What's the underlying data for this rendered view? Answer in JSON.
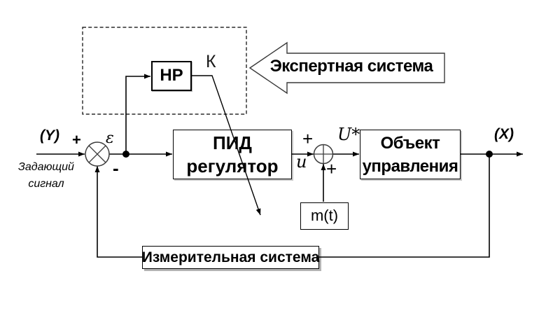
{
  "diagram": {
    "expert_system": {
      "arrow_label": "Экспертная система"
    },
    "nn_block": {
      "label": "НР"
    },
    "gain_label": "К",
    "pid_block": {
      "line1": "ПИД",
      "line2": "регулятор"
    },
    "plant_block": {
      "line1": "Объект",
      "line2": "управления"
    },
    "disturbance_block": {
      "label": "m(t)"
    },
    "measurement_block": {
      "label": "Измерительная система"
    },
    "setpoint": {
      "symbol": "(Y)",
      "caption_line1": "Задающий",
      "caption_line2": "сигнал"
    },
    "signals": {
      "error": "ε",
      "control": "u",
      "control_sum": "U*",
      "output": "(X)"
    },
    "signs": {
      "sum1_plus": "+",
      "sum1_minus": "-",
      "sum2_plus_left": "+",
      "sum2_plus_bottom": "+"
    },
    "colors": {
      "background": "#ffffff",
      "line": "#000000",
      "arrow_outline": "#3a3a3a"
    }
  }
}
